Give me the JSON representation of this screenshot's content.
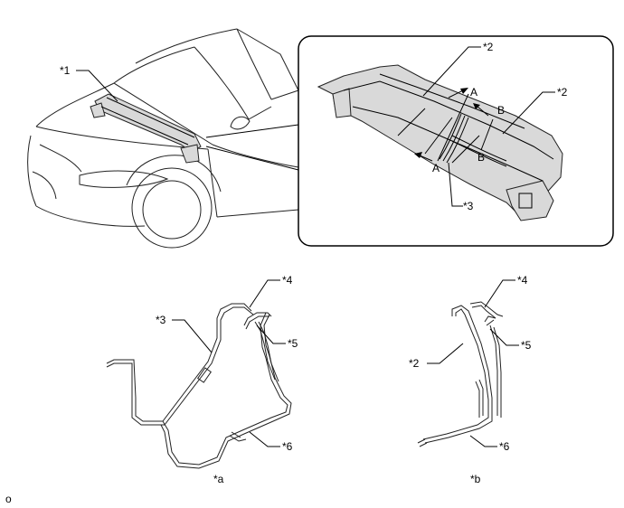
{
  "labels": {
    "l1": "*1",
    "l2a": "*2",
    "l2b": "*2",
    "lA1": "A",
    "lA2": "A",
    "lB1": "B",
    "lB2": "B",
    "l3a": "*3",
    "l3b": "*3",
    "l4a": "*4",
    "l4b": "*4",
    "l5a": "*5",
    "l5b": "*5",
    "l6a": "*6",
    "l6b": "*6",
    "la": "*a",
    "lb": "*b",
    "corner": "o"
  }
}
